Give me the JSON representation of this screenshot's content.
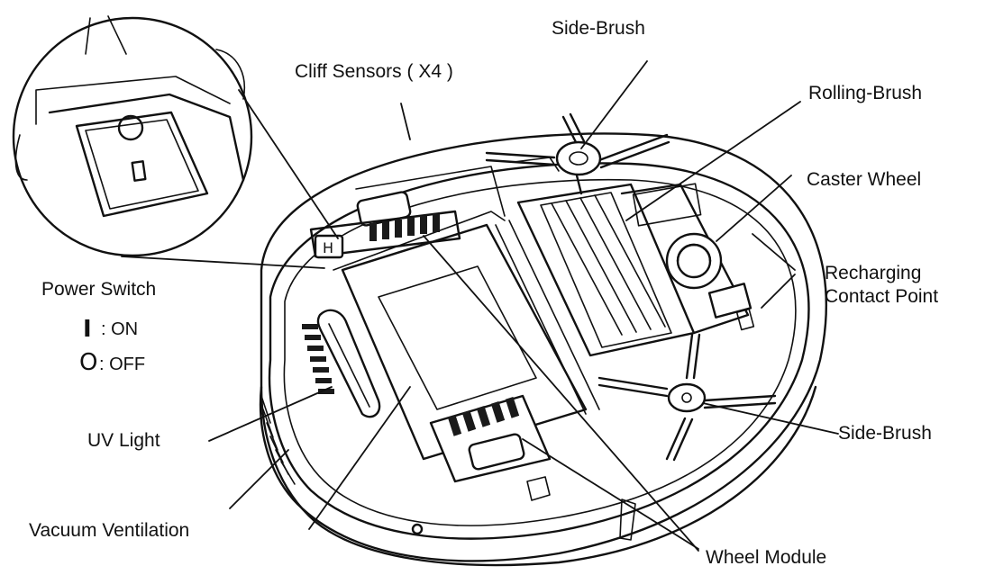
{
  "labels": {
    "side_brush_top": "Side-Brush",
    "cliff_sensors": "Cliff Sensors ( X4 )",
    "rolling_brush": "Rolling-Brush",
    "caster_wheel": "Caster Wheel",
    "recharging_line1": "Recharging",
    "recharging_line2": "Contact Point",
    "power_switch": "Power Switch",
    "on_label": ": ON",
    "off_label": ": OFF",
    "uv_light": "UV Light",
    "side_brush_bottom": "Side-Brush",
    "vacuum_ventilation": "Vacuum Ventilation",
    "wheel_module": "Wheel Module"
  },
  "switch_legend": {
    "on_symbol": "I",
    "off_symbol": "O"
  },
  "icons": {
    "on": "power-on-bar-icon",
    "off": "power-off-circle-icon"
  }
}
